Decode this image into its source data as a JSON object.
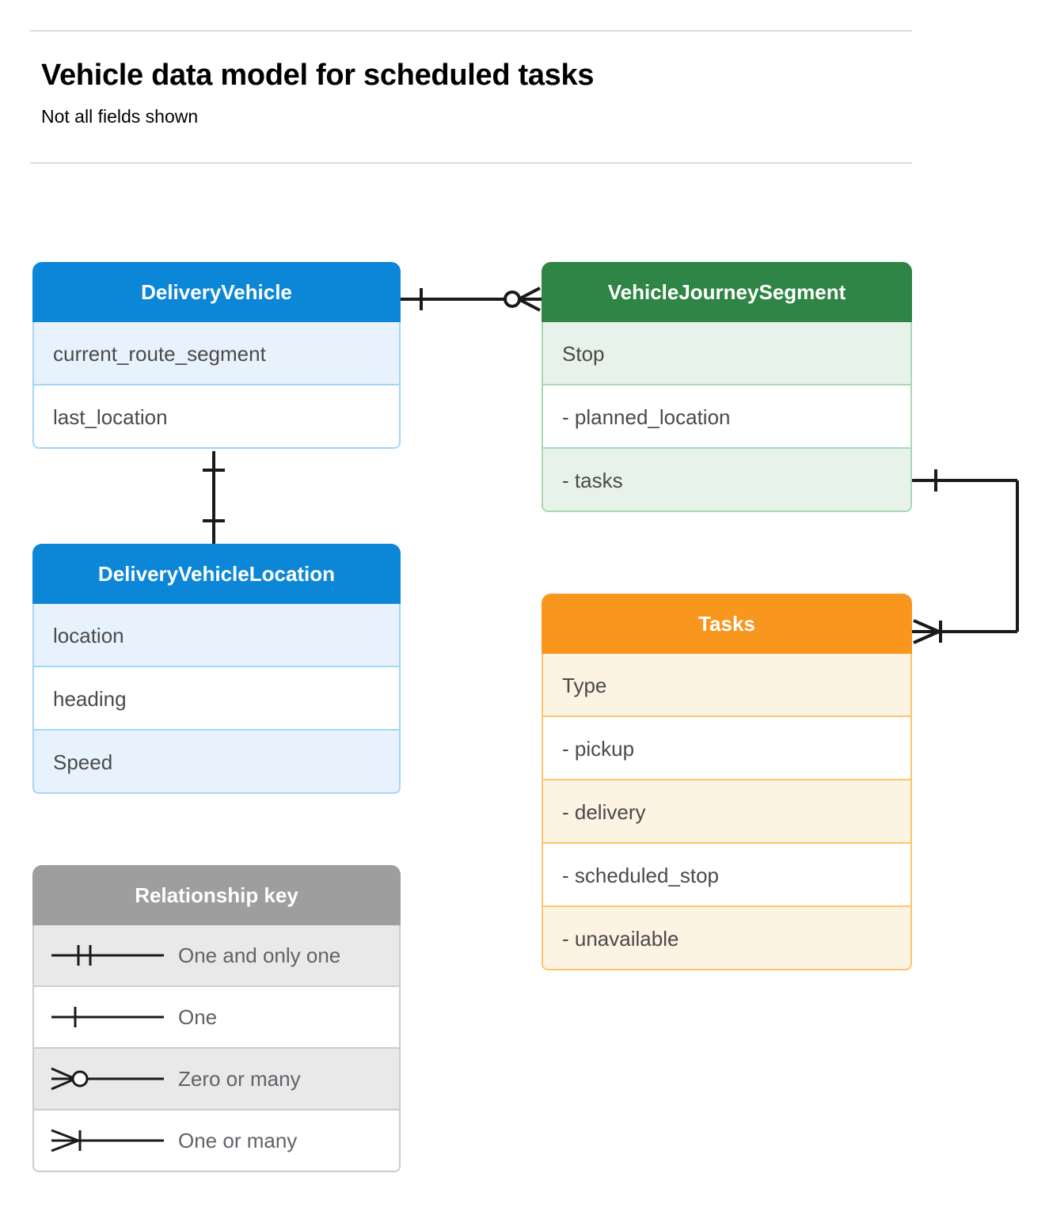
{
  "header": {
    "title": "Vehicle data model for scheduled tasks",
    "subtitle": "Not all fields shown"
  },
  "colors": {
    "blue_header": "#0c87d8",
    "blue_row_alt": "#e8f2fd",
    "blue_border": "#a6d5f5",
    "green_header": "#2e8545",
    "green_row_alt": "#e7f3ea",
    "green_border": "#a8d8b4",
    "orange_header": "#f8961d",
    "orange_row_alt": "#fdf3e3",
    "orange_border": "#fbc66b",
    "gray_header": "#9e9e9e",
    "gray_row_alt": "#e9e9e9",
    "divider": "#dadce0",
    "connector": "#1a1a1a",
    "field_text": "#4a4a4a"
  },
  "entities": {
    "delivery_vehicle": {
      "title": "DeliveryVehicle",
      "fields": [
        {
          "label": "current_route_segment"
        },
        {
          "label": "last_location"
        }
      ]
    },
    "delivery_vehicle_location": {
      "title": "DeliveryVehicleLocation",
      "fields": [
        {
          "label": "location"
        },
        {
          "label": "heading"
        },
        {
          "label": "Speed"
        }
      ]
    },
    "vehicle_journey_segment": {
      "title": "VehicleJourneySegment",
      "fields": [
        {
          "label": "Stop"
        },
        {
          "label": "-  planned_location"
        },
        {
          "label": "- tasks"
        }
      ]
    },
    "tasks": {
      "title": "Tasks",
      "fields": [
        {
          "label": "Type"
        },
        {
          "label": "-  pickup"
        },
        {
          "label": "-  delivery"
        },
        {
          "label": "-  scheduled_stop"
        },
        {
          "label": "-  unavailable"
        }
      ]
    }
  },
  "legend": {
    "title": "Relationship key",
    "items": [
      {
        "label": "One and only one",
        "symbol": "one-and-only-one"
      },
      {
        "label": "One",
        "symbol": "one"
      },
      {
        "label": "Zero or many",
        "symbol": "zero-or-many"
      },
      {
        "label": "One or many",
        "symbol": "one-or-many"
      }
    ]
  },
  "relationships": [
    {
      "name": "deliveryvehicle-to-vehiclejourneysegment",
      "from": "DeliveryVehicle",
      "to": "VehicleJourneySegment",
      "from_cardinality": "one",
      "to_cardinality": "zero-or-many"
    },
    {
      "name": "deliveryvehicle-to-deliveryvehiclelocation",
      "from": "DeliveryVehicle",
      "to": "DeliveryVehicleLocation",
      "from_cardinality": "one",
      "to_cardinality": "one"
    },
    {
      "name": "vehiclejourneysegment-tasks-to-tasks",
      "from": "VehicleJourneySegment.tasks",
      "to": "Tasks",
      "from_cardinality": "one",
      "to_cardinality": "one-or-many"
    }
  ]
}
